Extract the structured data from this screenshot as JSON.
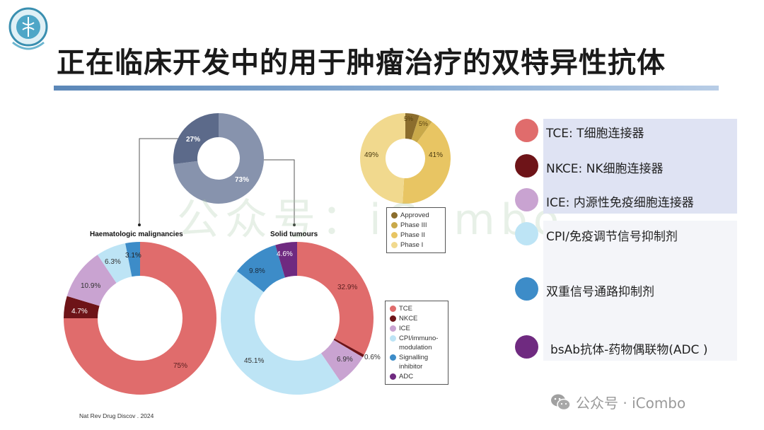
{
  "header": {
    "title": "正在临床开发中的用于肿瘤治疗的双特异性抗体",
    "logo": "society-emblem-icon"
  },
  "watermark": "公众号：iCombo",
  "citation": "Nat Rev Drug Discov . 2024",
  "colors": {
    "tce": "#e06c6c",
    "nkce": "#6e1418",
    "ice": "#c9a3d1",
    "cpi": "#bde4f5",
    "signalling": "#3d8cc8",
    "adc": "#6f2a80",
    "overall_haem": "#5c6a8a",
    "overall_solid": "#8793ad",
    "approved": "#8b6d2d",
    "phase3": "#c9a94a",
    "phase2": "#e8c563",
    "phase1": "#f1d98e",
    "title_bar": "#6d97c4",
    "legend_panel": "#dfe3f3"
  },
  "chart_data": [
    {
      "type": "pie",
      "title": "Overall split (donut)",
      "categories": [
        "Haematologic malignancies",
        "Solid tumours"
      ],
      "values": [
        27,
        73
      ],
      "labels": [
        "27%",
        "73%"
      ]
    },
    {
      "type": "pie",
      "title": "Clinical stage (donut)",
      "categories": [
        "Approved",
        "Phase III",
        "Phase II",
        "Phase I"
      ],
      "values": [
        5,
        5,
        41,
        49
      ],
      "labels": [
        "5%",
        "5%",
        "41%",
        "49%"
      ],
      "legend": [
        "Approved",
        "Phase III",
        "Phase II",
        "Phase I"
      ]
    },
    {
      "type": "pie",
      "title": "Haematologic malignancies",
      "categories": [
        "TCE",
        "NKCE",
        "ICE",
        "CPI/immuno-modulation",
        "Signalling inhibitor"
      ],
      "values": [
        75,
        4.7,
        10.9,
        6.3,
        3.1
      ],
      "labels": [
        "75%",
        "4.7%",
        "10.9%",
        "6.3%",
        "3.1%"
      ]
    },
    {
      "type": "pie",
      "title": "Solid tumours",
      "categories": [
        "TCE",
        "NKCE",
        "ICE",
        "CPI/immuno-modulation",
        "Signalling inhibitor",
        "ADC"
      ],
      "values": [
        32.9,
        0.6,
        6.9,
        45.1,
        9.8,
        4.6
      ],
      "labels": [
        "32.9%",
        "0.6%",
        "6.9%",
        "45.1%",
        "9.8%",
        "4.6%"
      ],
      "legend": [
        "TCE",
        "NKCE",
        "ICE",
        "CPI/immuno-modulation",
        "Signalling inhibitor",
        "ADC"
      ]
    }
  ],
  "charts": {
    "overall": {
      "haem_label": "27%",
      "solid_label": "73%"
    },
    "phase": {
      "labels": {
        "approved": "5%",
        "phase3": "5%",
        "phase2": "41%",
        "phase1": "49%"
      },
      "legend": [
        "Approved",
        "Phase III",
        "Phase II",
        "Phase I"
      ]
    },
    "haem": {
      "title": "Haematologic malignancies",
      "labels": {
        "tce": "75%",
        "nkce": "4.7%",
        "ice": "10.9%",
        "cpi": "6.3%",
        "sig": "3.1%"
      }
    },
    "solid": {
      "title": "Solid tumours",
      "labels": {
        "tce": "32.9%",
        "nkce": "0.6%",
        "ice": "6.9%",
        "cpi": "45.1%",
        "sig": "9.8%",
        "adc": "4.6%"
      }
    },
    "modality_legend": [
      "TCE",
      "NKCE",
      "ICE",
      "CPI/immuno-\nmodulation",
      "Signalling\ninhibitor",
      "ADC"
    ]
  },
  "big_legend": [
    {
      "label": "TCE: T细胞连接器",
      "color": "#e06c6c"
    },
    {
      "label": "NKCE: NK细胞连接器",
      "color": "#6e1418"
    },
    {
      "label": "ICE: 内源性免疫细胞连接器",
      "color": "#c9a3d1"
    },
    {
      "label": "CPI/免疫调节信号抑制剂",
      "color": "#bde4f5"
    },
    {
      "label": "双重信号通路抑制剂",
      "color": "#3d8cc8"
    },
    {
      "label": "bsAb抗体-药物偶联物(ADC )",
      "color": "#6f2a80"
    }
  ],
  "footer": {
    "wechat_icon": "wechat-icon",
    "text": "公众号 · iCombo"
  }
}
